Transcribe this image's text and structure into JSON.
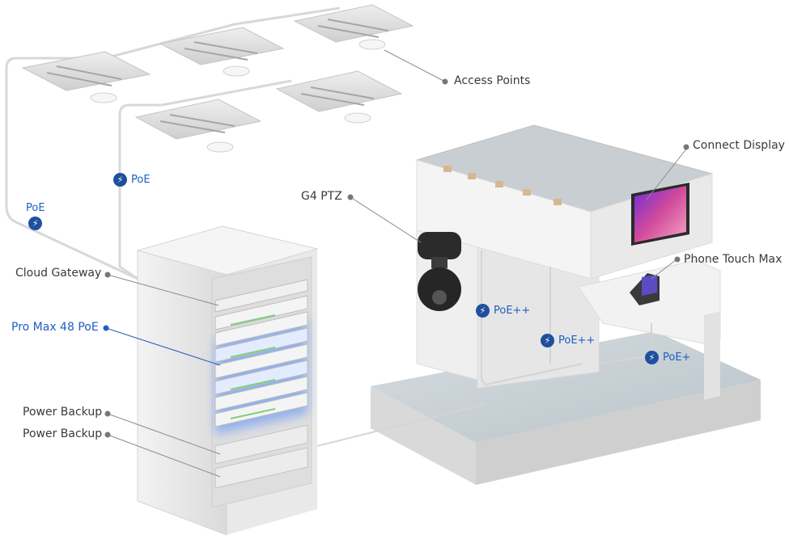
{
  "labels": {
    "access_points": "Access Points",
    "connect_display": "Connect Display",
    "g4_ptz": "G4 PTZ",
    "phone_touch_max": "Phone Touch Max",
    "cloud_gateway": "Cloud Gateway",
    "pro_max_48_poe": "Pro Max 48 PoE",
    "power_backup_1": "Power Backup",
    "power_backup_2": "Power Backup"
  },
  "poe": {
    "left_top": "PoE",
    "left_mid": "PoE",
    "camera": "PoE++",
    "mid": "PoE++",
    "phone": "PoE+"
  },
  "icons": {
    "poe_badge": "lightning-bolt-icon"
  },
  "colors": {
    "accent_blue": "#1f5fbf",
    "badge_blue": "#1f4f9e",
    "rack_glow": "#3b7cff"
  }
}
